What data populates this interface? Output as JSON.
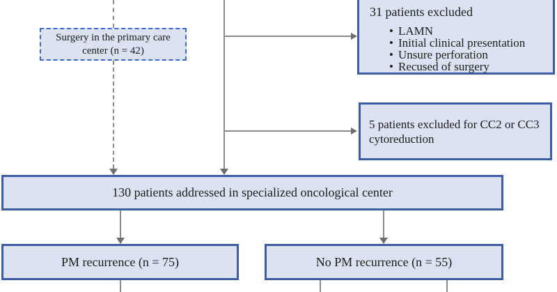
{
  "palette": {
    "box_fill": "#dbe2f1",
    "box_border": "#3d5ca8",
    "dashed_box_border": "#3e68cf",
    "line_color": "#8a8a8a",
    "arrow_color": "#6e6e6e",
    "text_color": "#1c1c1c"
  },
  "nodes": {
    "excluded_31": {
      "title": "31 patients excluded",
      "bullets": [
        "LAMN",
        "Initial clinical presentation",
        "Unsure perforation",
        "Recused of surgery"
      ]
    },
    "primary_care_surgery": {
      "label": "Surgery in the primary care center (n = 42)"
    },
    "excluded_cc": {
      "label": "5 patients excluded for CC2 or CC3 cytoreduction"
    },
    "specialized_center": {
      "label": "130 patients addressed in specialized oncological center"
    },
    "pm_recurrence": {
      "label": "PM recurrence (n = 75)"
    },
    "no_pm_recurrence": {
      "label": "No PM recurrence (n = 55)"
    }
  }
}
